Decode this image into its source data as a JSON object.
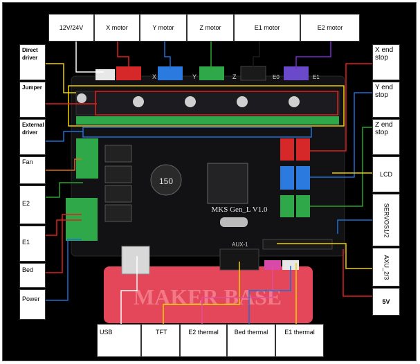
{
  "board": {
    "model_label": "MKS  Gen_L V1.0",
    "chip_label": "150",
    "aux_label": "AUX-1",
    "base_label": "MAKER BASE",
    "axis_marks": [
      "X",
      "Y",
      "Z",
      "E0",
      "E1"
    ]
  },
  "labels": {
    "top": [
      "12V/24V",
      "X motor",
      "Y   motor",
      "Z  motor",
      "E1 motor",
      "E2 motor"
    ],
    "left": [
      "Direct driver",
      "Jumper",
      "External driver",
      "Fan",
      "E2",
      "E1",
      "Bed",
      "Power"
    ],
    "right": [
      "X end stop",
      "Y end stop",
      "Z end stop",
      "LCD",
      "SERVOS1/2",
      "AXU_2/3",
      "5V"
    ],
    "bottom": [
      "USB",
      "TFT",
      "E2 thermal",
      "Bed thermal",
      "E1 thermal"
    ]
  },
  "colors": {
    "red": "#e0201c",
    "blue": "#1f6fd6",
    "green": "#2aa52a",
    "purple": "#7a2bd0",
    "yellow": "#f0d000",
    "white": "#ffffff",
    "orange": "#e06a1a",
    "pink": "#e14da0"
  }
}
